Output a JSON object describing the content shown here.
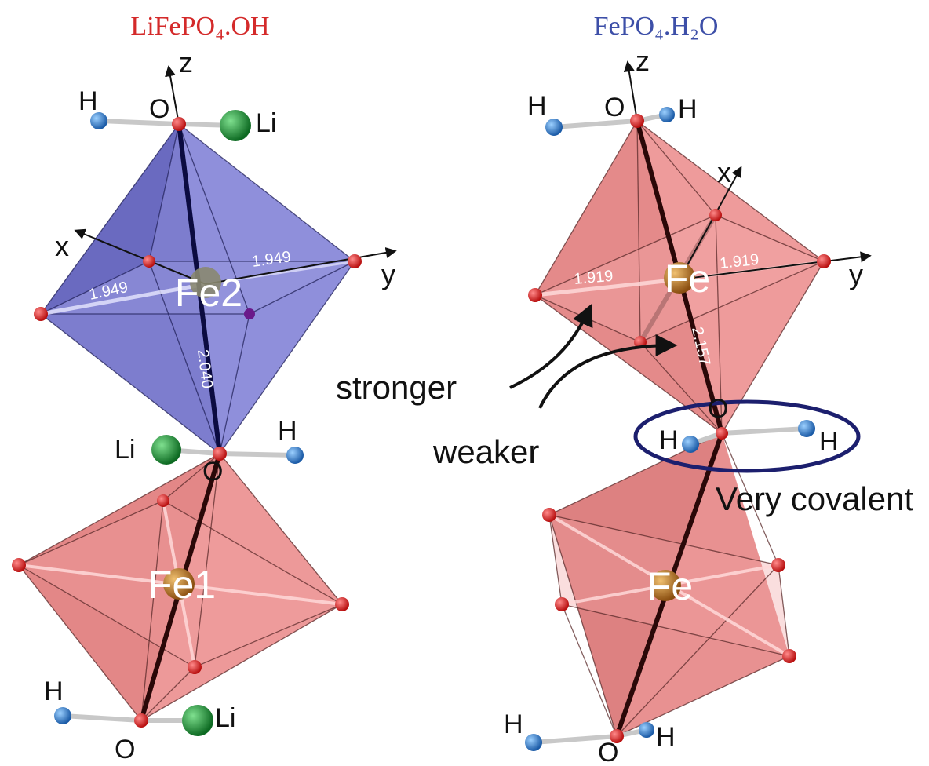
{
  "left_panel": {
    "title": "LiFePO₄.OH",
    "title_color": "#d42a2a",
    "axes": {
      "z": "z",
      "x": "x",
      "y": "y"
    },
    "iron_upper": "Fe2",
    "iron_lower": "Fe1",
    "bond_eq_left": "1.949",
    "bond_eq_right": "1.949",
    "bond_axial": "2.040",
    "atoms": {
      "h_top": "H",
      "o_top": "O",
      "li_top": "Li",
      "li_mid": "Li",
      "h_mid": "H",
      "o_mid": "O",
      "h_bot": "H",
      "o_bot": "O",
      "li_bot": "Li"
    },
    "octahedron_upper_color": "#7f7fd2",
    "octahedron_lower_color": "#e58585"
  },
  "right_panel": {
    "title": "FePO₄.H₂O",
    "title_color": "#3d4fa8",
    "axes": {
      "z": "z",
      "x": "x",
      "y": "y"
    },
    "iron_upper": "Fe",
    "iron_lower": "Fe",
    "bond_eq_left": "1.919",
    "bond_eq_right": "1.919",
    "bond_axial": "2.157",
    "atoms": {
      "h_top_left": "H",
      "o_top": "O",
      "h_top_right": "H",
      "o_mid": "O",
      "h_mid_left": "H",
      "h_mid_right": "H",
      "h_bot_left": "H",
      "o_bot": "O",
      "h_bot_right": "H"
    },
    "annotation_stronger": "stronger",
    "annotation_weaker": "weaker",
    "annotation_covalent": "Very covalent",
    "ellipse_color": "#1c1f6e",
    "octahedron_color": "#e58585"
  },
  "colors": {
    "oxygen": "#e01a1a",
    "hydrogen": "#2a78c8",
    "lithium": "#1f9a3a",
    "iron": "#b8731e"
  }
}
